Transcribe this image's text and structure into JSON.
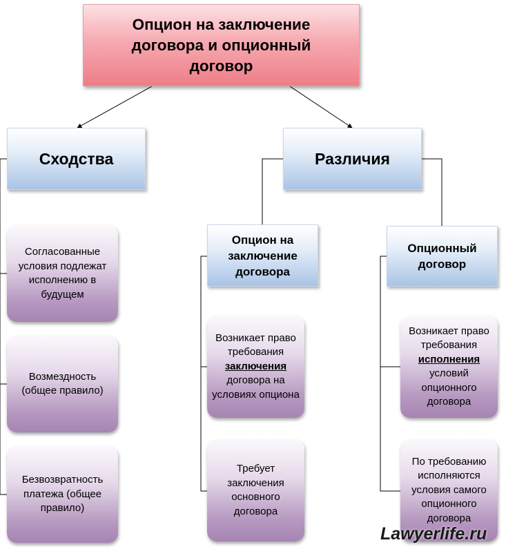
{
  "title": "Опцион на заключение договора и опционный договор",
  "similarities": {
    "heading": "Сходства",
    "items": [
      "Согласованные условия подлежат исполнению в будущем",
      "Возмездность (общее правило)",
      "Безвозвратность платежа (общее правило)"
    ]
  },
  "differences": {
    "heading": "Различия",
    "option_conclusion": {
      "heading": "Опцион на заключение договора",
      "card1": {
        "before": "Возникает право требования",
        "emphasis": "заключения",
        "after": "договора на условиях опциона"
      },
      "card2": "Требует заключения основного договора"
    },
    "option_contract": {
      "heading": "Опционный договор",
      "card1": {
        "before": "Возникает право требования",
        "emphasis": "исполнения",
        "after": "условий опционного договора"
      },
      "card2": "По требованию исполняются условия самого опционного договора"
    }
  },
  "watermark": "Lawyerlife.ru"
}
